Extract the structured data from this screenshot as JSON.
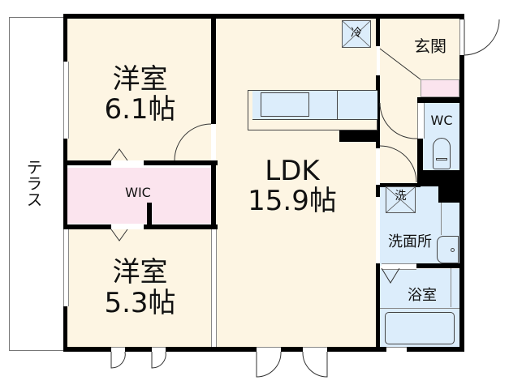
{
  "floorplan": {
    "colors": {
      "room_beige": "#fdf5e3",
      "closet_pink": "#fbe4ee",
      "wet_blue": "#dcedfb",
      "wall": "#000000"
    },
    "terrace": {
      "label": "テラス"
    },
    "rooms": [
      {
        "id": "western1",
        "name": "洋室",
        "size": "6.1帖"
      },
      {
        "id": "wic",
        "name": "WIC"
      },
      {
        "id": "western2",
        "name": "洋室",
        "size": "5.3帖"
      },
      {
        "id": "ldk",
        "name": "LDK",
        "size": "15.9帖"
      },
      {
        "id": "entrance",
        "name": "玄関"
      },
      {
        "id": "wc",
        "name": "WC"
      },
      {
        "id": "washroom",
        "name": "洗面所"
      },
      {
        "id": "bath",
        "name": "浴室"
      }
    ],
    "appliances": {
      "fridge": "冷",
      "washer": "洗"
    }
  }
}
